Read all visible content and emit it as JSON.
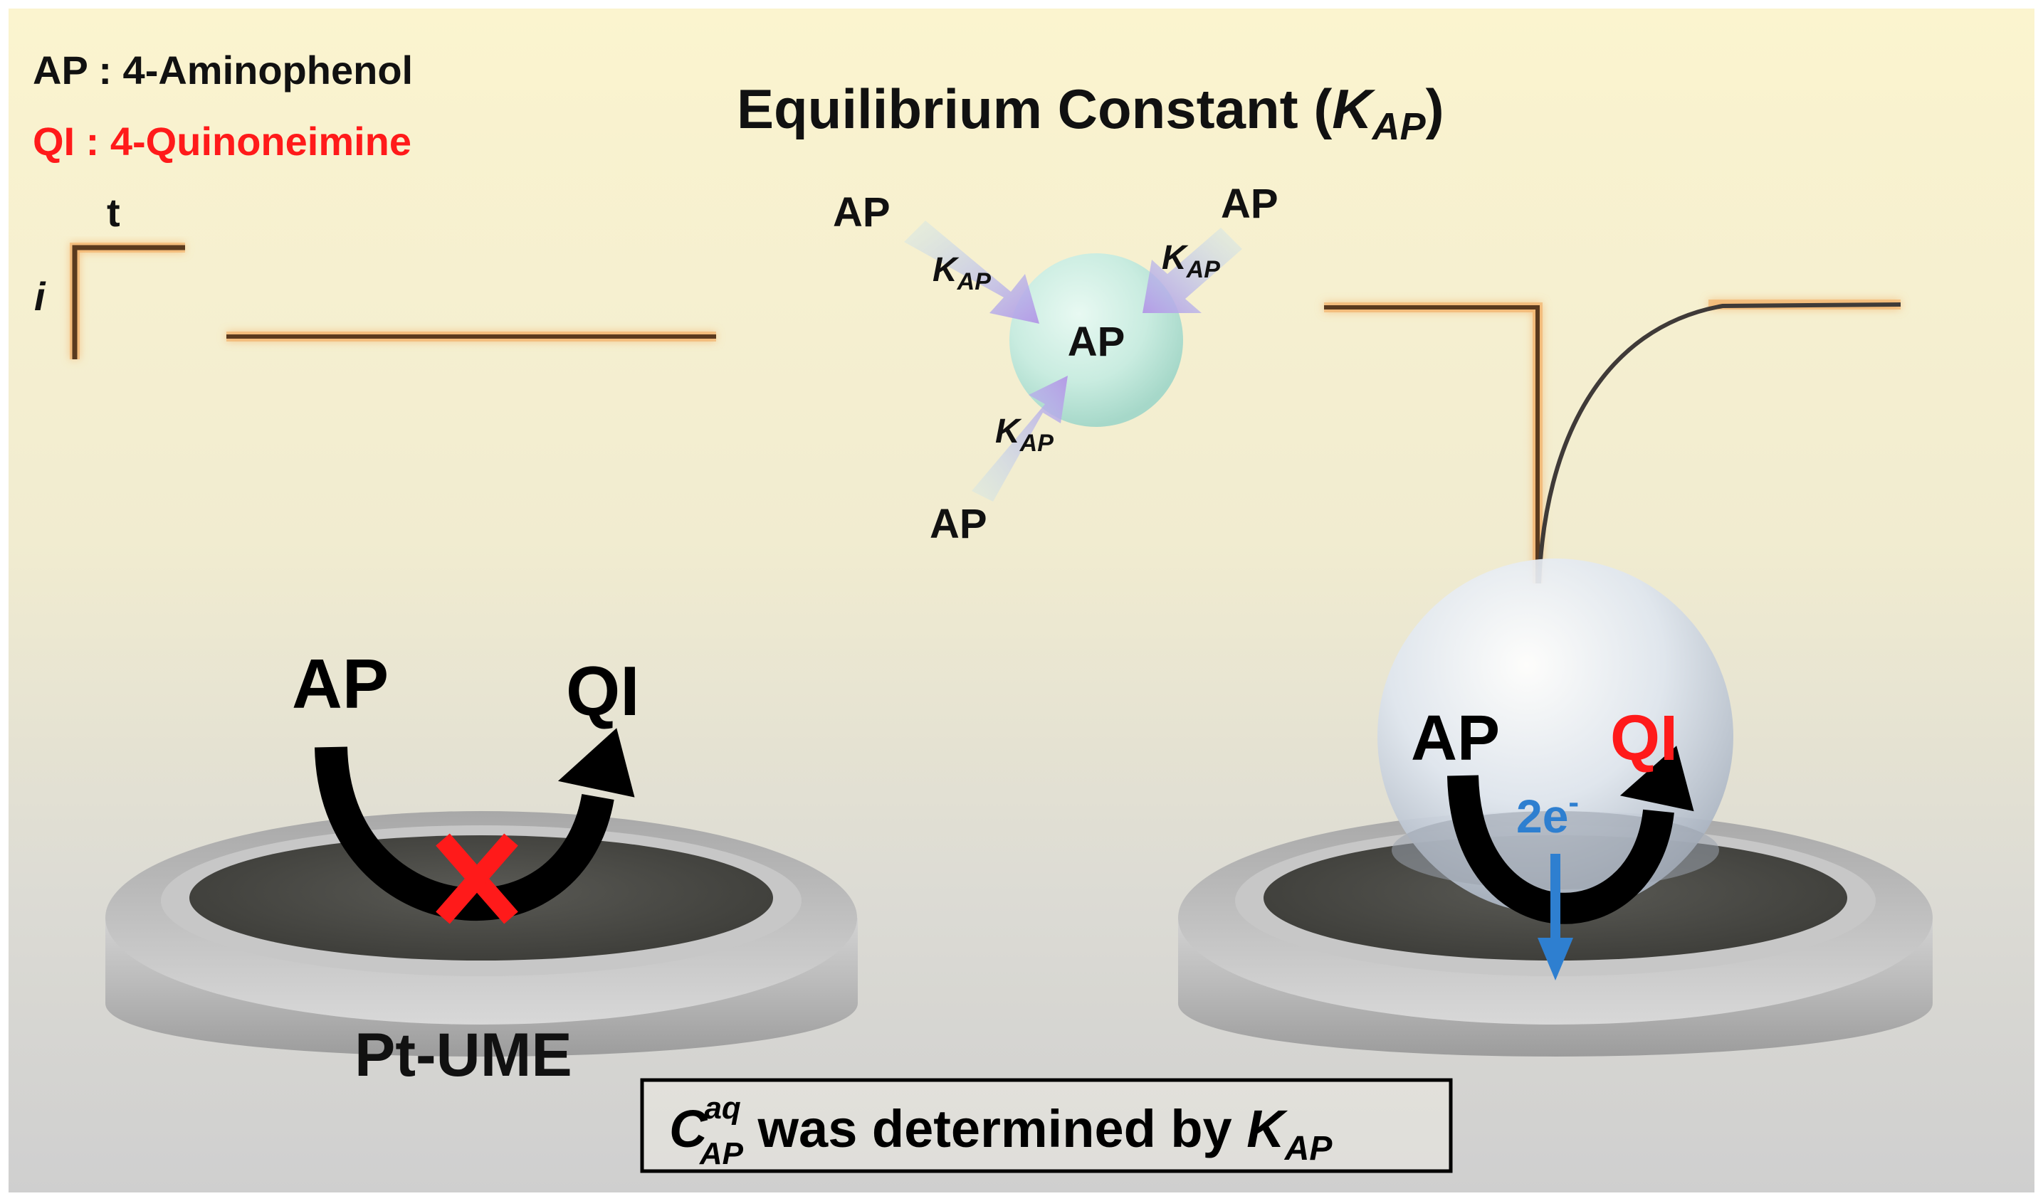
{
  "legend": {
    "ap_line": "AP : 4-Aminophenol",
    "qi_line": "QI : 4-Quinoneimine"
  },
  "title": {
    "prefix": "Equilibrium Constant (",
    "symbol": "K",
    "subscript": "AP",
    "suffix": ")"
  },
  "current_plot_left": {
    "axis_x_label": "t",
    "axis_y_label": "i"
  },
  "partition": {
    "center_label": "AP",
    "inflow_label": "AP",
    "arrow_symbol": "K",
    "arrow_subscript": "AP"
  },
  "left_electrode": {
    "reactant": "AP",
    "product": "QI",
    "blocked_mark": "X",
    "label": "Pt-UME"
  },
  "right_electrode": {
    "reactant": "AP",
    "product": "QI",
    "electrons": "2e",
    "electrons_sup": "-"
  },
  "conclusion": {
    "symbol": "C",
    "superscript": "aq",
    "subscript": "AP",
    "middle": " was determined by ",
    "k_symbol": "K",
    "k_subscript": "AP"
  },
  "colors": {
    "qi_red": "#ff1a1a",
    "electron_blue": "#2e7fd0",
    "trace_orange": "#f0a050",
    "trace_dark": "#4a3a2a"
  }
}
